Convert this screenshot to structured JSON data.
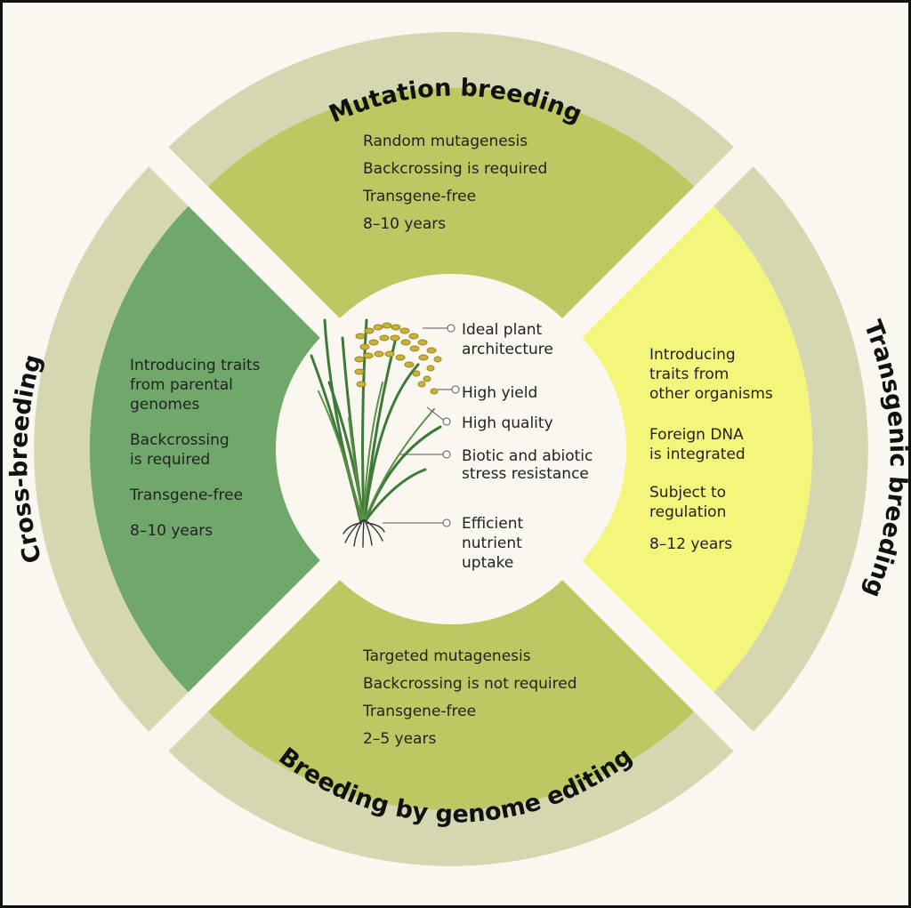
{
  "colors": {
    "background": "#faf7f1",
    "ring": "#d5d7b1",
    "top_quadrant": "#bdc862",
    "bottom_quadrant": "#bdc862",
    "left_quadrant": "#70a86c",
    "right_quadrant": "#f4f67c",
    "center": "#faf7f1"
  },
  "sections": {
    "top": {
      "title": "Mutation breeding",
      "lines": [
        "Random mutagenesis",
        "Backcrossing is required",
        "Transgene-free",
        "8–10 years"
      ]
    },
    "bottom": {
      "title": "Breeding by genome editing",
      "lines": [
        "Targeted mutagenesis",
        "Backcrossing is not required",
        "Transgene-free",
        "2–5 years"
      ]
    },
    "left": {
      "title": "Cross-breeding",
      "lines": [
        "Introducing traits",
        "from parental",
        "genomes",
        "Backcrossing",
        "is required",
        "Transgene-free",
        "8–10 years"
      ]
    },
    "right": {
      "title": "Transgenic breeding",
      "lines": [
        "Introducing",
        "traits from",
        "other organisms",
        "Foreign DNA",
        "is integrated",
        "Subject to",
        "regulation",
        "8–12 years"
      ]
    }
  },
  "plant_traits": [
    [
      "Ideal plant",
      "architecture"
    ],
    [
      "High yield"
    ],
    [
      "High quality"
    ],
    [
      "Biotic and abiotic",
      "stress resistance"
    ],
    [
      "Efficient",
      "nutrient",
      "uptake"
    ]
  ],
  "icons": {
    "plant": "rice-plant-icon"
  }
}
